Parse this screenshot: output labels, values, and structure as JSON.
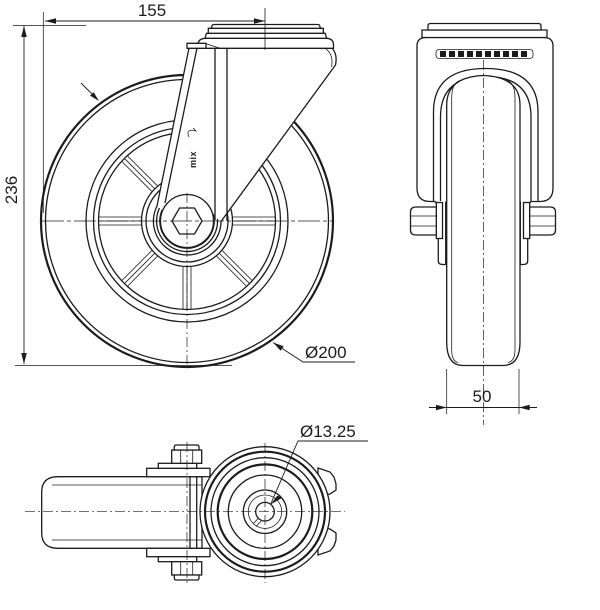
{
  "drawing": {
    "type": "caster-wheel-technical-drawing",
    "background": "#ffffff",
    "line_color": "#1c1c1c",
    "dimensions": {
      "offset_width": "155",
      "overall_height": "236",
      "wheel_diameter": "Ø200",
      "tread_width": "50",
      "bolt_hole_diameter": "Ø13.25"
    },
    "brand_logo": "mix",
    "views": {
      "front": "front-view",
      "side": "side-view",
      "bottom": "bottom-view"
    }
  }
}
